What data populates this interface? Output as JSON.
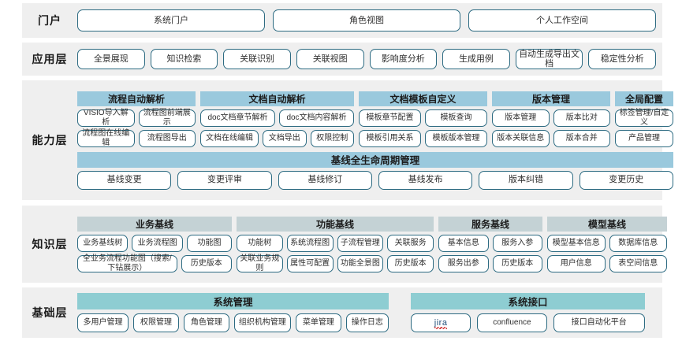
{
  "colors": {
    "band_bg": "#efefef",
    "pill_border": "#2d6b82",
    "header_blue": "#9ac9dd",
    "header_gray": "#c4d2d5",
    "header_teal": "#8ecdd2"
  },
  "layers": [
    {
      "id": "portal",
      "label": "门户",
      "items": [
        "系统门户",
        "角色视图",
        "个人工作空间"
      ]
    },
    {
      "id": "application",
      "label": "应用层",
      "items": [
        "全景展现",
        "知识检索",
        "关联识别",
        "关联视图",
        "影响度分析",
        "生成用例",
        "自动生成导出文档",
        "稳定性分析"
      ]
    },
    {
      "id": "capability",
      "label": "能力层",
      "groups": [
        {
          "title": "流程自动解析",
          "rows": [
            [
              "VISIO导入解析",
              "流程图前端展示"
            ],
            [
              "流程图在线编辑",
              "流程图导出"
            ]
          ]
        },
        {
          "title": "文档自动解析",
          "rows": [
            [
              "doc文档章节解析",
              "doc文档内容解析"
            ],
            [
              "文档在线编辑",
              "文档导出",
              "权限控制"
            ]
          ]
        },
        {
          "title": "文档模板自定义",
          "rows": [
            [
              "模板章节配置",
              "模板查询"
            ],
            [
              "模板引用关系",
              "模板版本管理"
            ]
          ]
        },
        {
          "title": "版本管理",
          "rows": [
            [
              "版本管理",
              "版本比对"
            ],
            [
              "版本关联信息",
              "版本合并"
            ]
          ]
        },
        {
          "title": "全局配置",
          "rows": [
            [
              "标签管理/自定义"
            ],
            [
              "产品管理"
            ]
          ]
        }
      ],
      "banner": {
        "title": "基线全生命周期管理",
        "items": [
          "基线变更",
          "变更评审",
          "基线修订",
          "基线发布",
          "版本纠错",
          "变更历史"
        ]
      }
    },
    {
      "id": "knowledge",
      "label": "知识层",
      "groups": [
        {
          "title": "业务基线",
          "rows": [
            [
              "业务基线树",
              "业务流程图",
              "功能图"
            ],
            [
              "全业务流程功能图（搜索/下钻展示）",
              "历史版本"
            ]
          ]
        },
        {
          "title": "功能基线",
          "rows": [
            [
              "功能树",
              "系统流程图",
              "子流程管理",
              "关联服务"
            ],
            [
              "关联业务规则",
              "属性可配置",
              "功能全景图",
              "历史版本"
            ]
          ]
        },
        {
          "title": "服务基线",
          "rows": [
            [
              "基本信息",
              "服务入参"
            ],
            [
              "服务出参",
              "历史版本"
            ]
          ]
        },
        {
          "title": "模型基线",
          "rows": [
            [
              "模型基本信息",
              "数据库信息"
            ],
            [
              "用户信息",
              "表空间信息"
            ]
          ]
        }
      ]
    },
    {
      "id": "foundation",
      "label": "基础层",
      "columns": [
        {
          "title": "系统管理",
          "items": [
            "多用户管理",
            "权限管理",
            "角色管理",
            "组织机构管理",
            "菜单管理",
            "操作日志"
          ]
        },
        {
          "title": "系统接口",
          "items": [
            "jira",
            "confluence",
            "接口自动化平台"
          ]
        }
      ]
    }
  ]
}
